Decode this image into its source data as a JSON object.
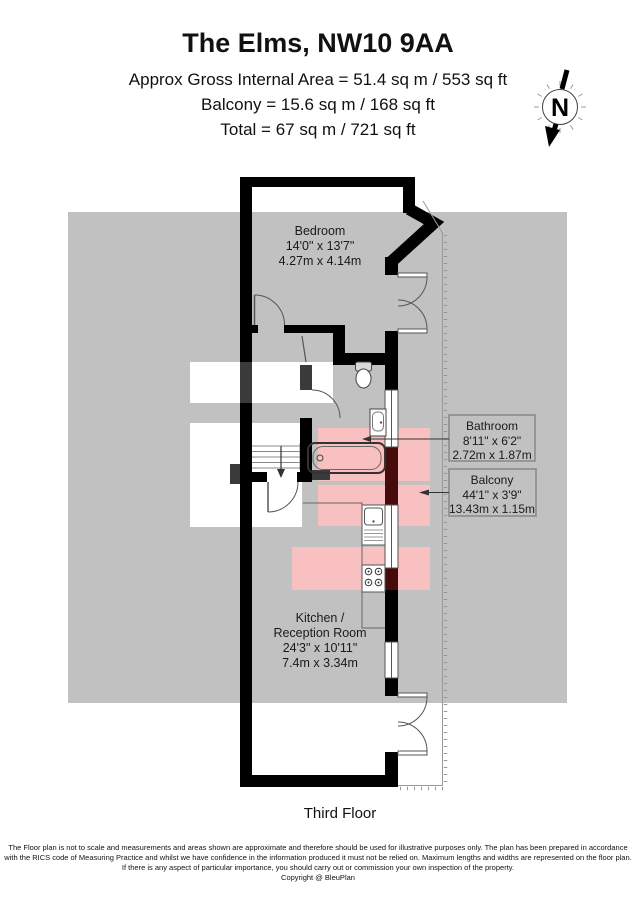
{
  "header": {
    "title": "The Elms, NW10 9AA",
    "area_lines": [
      "Approx Gross Internal Area = 51.4 sq m / 553 sq ft",
      "Balcony = 15.6 sq m / 168 sq ft",
      "Total = 67 sq m / 721 sq ft"
    ]
  },
  "compass": {
    "north_label": "N"
  },
  "rooms": {
    "bedroom": {
      "name": "Bedroom",
      "imperial": "14'0\" x 13'7\"",
      "metric": "4.27m x 4.14m"
    },
    "bathroom": {
      "name": "Bathroom",
      "imperial": "8'11\" x 6'2\"",
      "metric": "2.72m x 1.87m"
    },
    "balcony": {
      "name": "Balcony",
      "imperial": "44'1\" x 3'9\"",
      "metric": "13.43m x 1.15m"
    },
    "kitchen": {
      "name_line1": "Kitchen /",
      "name_line2": "Reception Room",
      "imperial": "24'3\" x 10'11\"",
      "metric": "7.4m x 3.34m"
    }
  },
  "floor_label": "Third Floor",
  "footer": {
    "lines": [
      "The Floor plan is not to scale and measurements and areas shown are approximate and therefore should be used for illustrative purposes only. The plan has been prepared in accordance",
      "with the RICS code of Measuring Practice and whilst we have confidence in the information produced it must not be relied on. Maximum lengths and widths are represented on the floor plan.",
      "If there is any aspect of particular importance, you should carry out or commission your own inspection of the property."
    ],
    "copyright": "Copyright @ BleuPlan"
  },
  "colors": {
    "background_mask": "#c1c1c1",
    "wall": "#000000",
    "highlight_pink": "#f8c0c0",
    "highlight_wall_maroon": "#470b0c",
    "boundary_dash": "#999999"
  }
}
